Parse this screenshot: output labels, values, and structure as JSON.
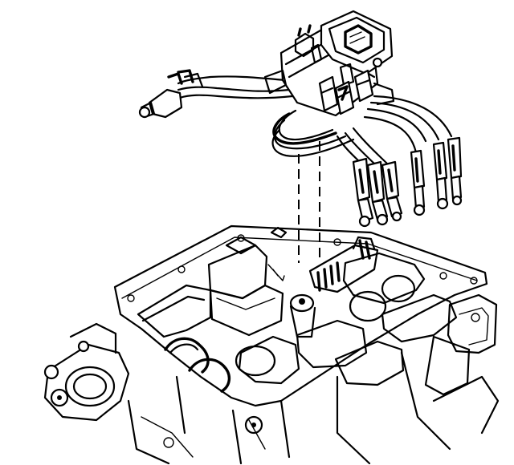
{
  "diagram": {
    "labels": [],
    "colors": {
      "ink": "#000000",
      "paper": "#ffffff"
    },
    "components": [
      "ignition-coil-pack",
      "spark-plug-wire-harness",
      "spark-plug-boot-connectors",
      "intake-manifold",
      "dashed-alignment-guides"
    ]
  }
}
